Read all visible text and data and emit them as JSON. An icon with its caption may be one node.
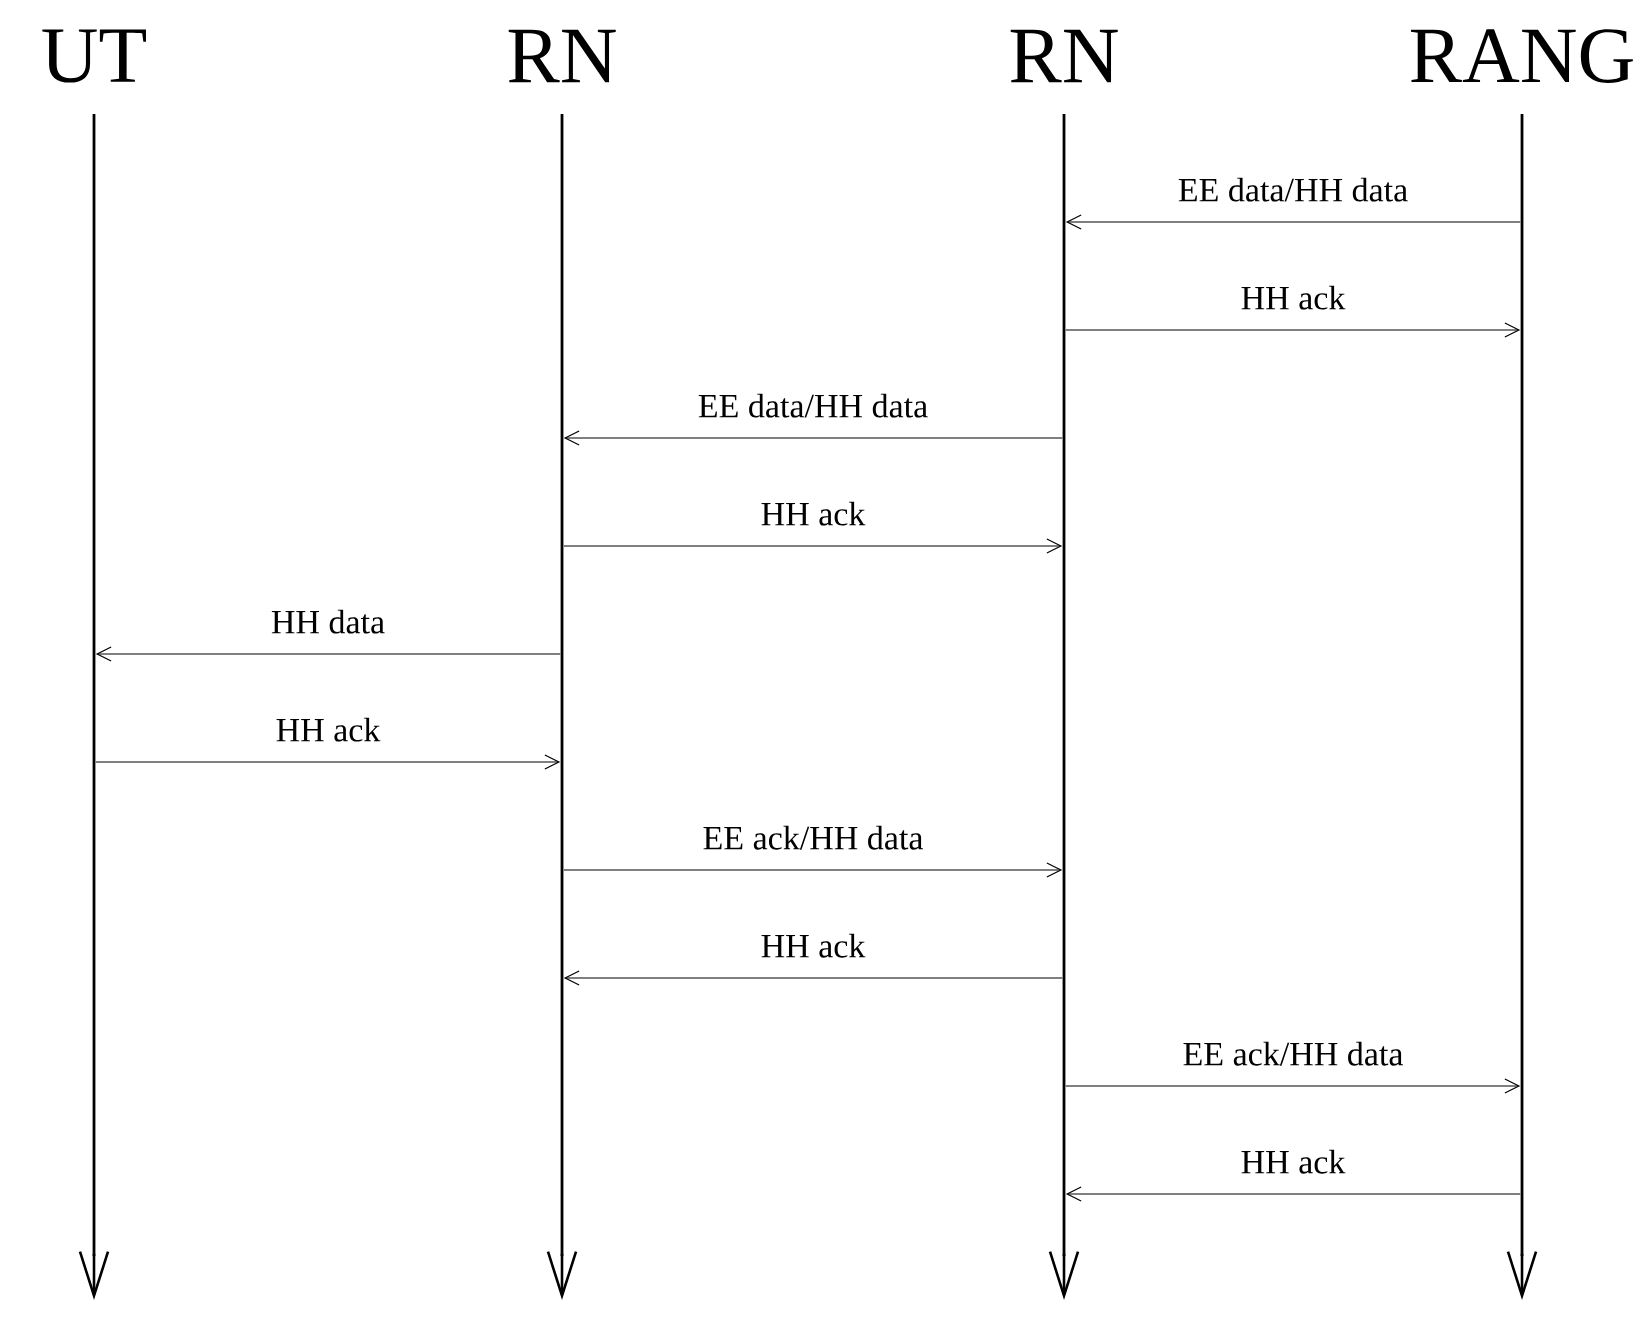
{
  "diagram": {
    "nodes": [
      {
        "text": [
          "UT"
        ]
      },
      {
        "text": [
          "RN"
        ]
      },
      {
        "text": [
          "RN"
        ]
      },
      {
        "text": [
          "RANG"
        ]
      },
      {
        "text": [],
        "shape": "bar"
      },
      {
        "text": [],
        "shape": "bar"
      },
      {
        "text": [],
        "shape": "bar"
      },
      {
        "text": [],
        "shape": "bar"
      }
    ],
    "edges": [
      {
        "from": 7,
        "to": 6,
        "arrow": "to",
        "label": "EE data/HH data"
      },
      {
        "from": 6,
        "to": 7,
        "arrow": "to",
        "label": "HH ack"
      },
      {
        "from": 6,
        "to": 5,
        "arrow": "to",
        "label": "EE data/HH data"
      },
      {
        "from": 5,
        "to": 6,
        "arrow": "to",
        "label": "HH ack"
      },
      {
        "from": 5,
        "to": 4,
        "arrow": "to",
        "label": "HH data"
      },
      {
        "from": 4,
        "to": 5,
        "arrow": "to",
        "label": "HH ack"
      },
      {
        "from": 5,
        "to": 6,
        "arrow": "to",
        "label": "EE ack/HH data"
      },
      {
        "from": 6,
        "to": 5,
        "arrow": "to",
        "label": "HH ack"
      },
      {
        "from": 6,
        "to": 7,
        "arrow": "to",
        "label": "EE ack/HH data"
      },
      {
        "from": 7,
        "to": 6,
        "arrow": "to",
        "label": "HH ack"
      }
    ]
  }
}
